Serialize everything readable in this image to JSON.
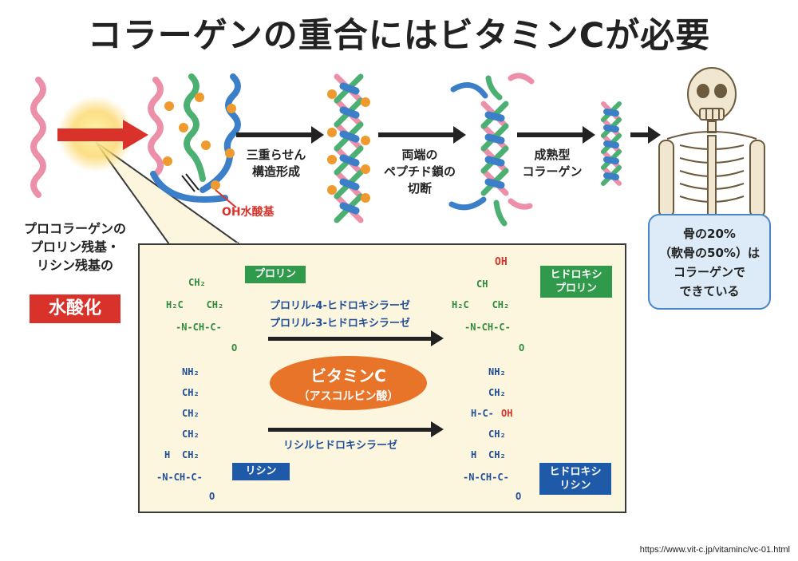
{
  "title": "コラーゲンの重合にはビタミンCが必要",
  "steps": {
    "triple_helix": "三重らせん\n構造形成",
    "cleavage": "両端の\nペプチド鎖の\n切断",
    "mature": "成熟型\nコラーゲン"
  },
  "oh_label": "OH水酸基",
  "left_text": "プロコラーゲンの\nプロリン残基・\nリシン残基の",
  "hydroxylation": "水酸化",
  "bone_note": "骨の20%\n（軟骨の50%）は\nコラーゲンで\nできている",
  "chem": {
    "proline_tag": "プロリン",
    "hydroxyproline_tag": "ヒドロキシ\nプロリン",
    "lysine_tag": "リシン",
    "hydroxylysine_tag": "ヒドロキシ\nリシン",
    "enzyme_proline_4": "プロリル-4-ヒドロキシラーゼ",
    "enzyme_proline_3": "プロリル-3-ヒドロキシラーゼ",
    "enzyme_lysine": "リシルヒドロキシラーゼ",
    "vitamin_c": "ビタミンC",
    "vitamin_c_sub": "（アスコルビン酸）",
    "formulas": {
      "proline_ch2_top": "CH₂",
      "proline_ring": "H₂C    CH₂",
      "proline_chain": "-N-CH-C-",
      "proline_o": "O",
      "hyp_oh": "OH",
      "hyp_ch": "CH",
      "lys_nh2": "NH₂",
      "lys_ch2": "CH₂",
      "lys_h": "H",
      "hyl_hc": "H-C-",
      "hyl_oh": "OH"
    }
  },
  "colors": {
    "red": "#d9322b",
    "green": "#2f9a4a",
    "blue": "#1f5aa8",
    "pink": "#ec8fa8",
    "orange": "#e8742a",
    "panel": "#fcf6df",
    "bone_box": "#dcebf7"
  },
  "source_url": "https://www.vit-c.jp/vitaminc/vc-01.html"
}
